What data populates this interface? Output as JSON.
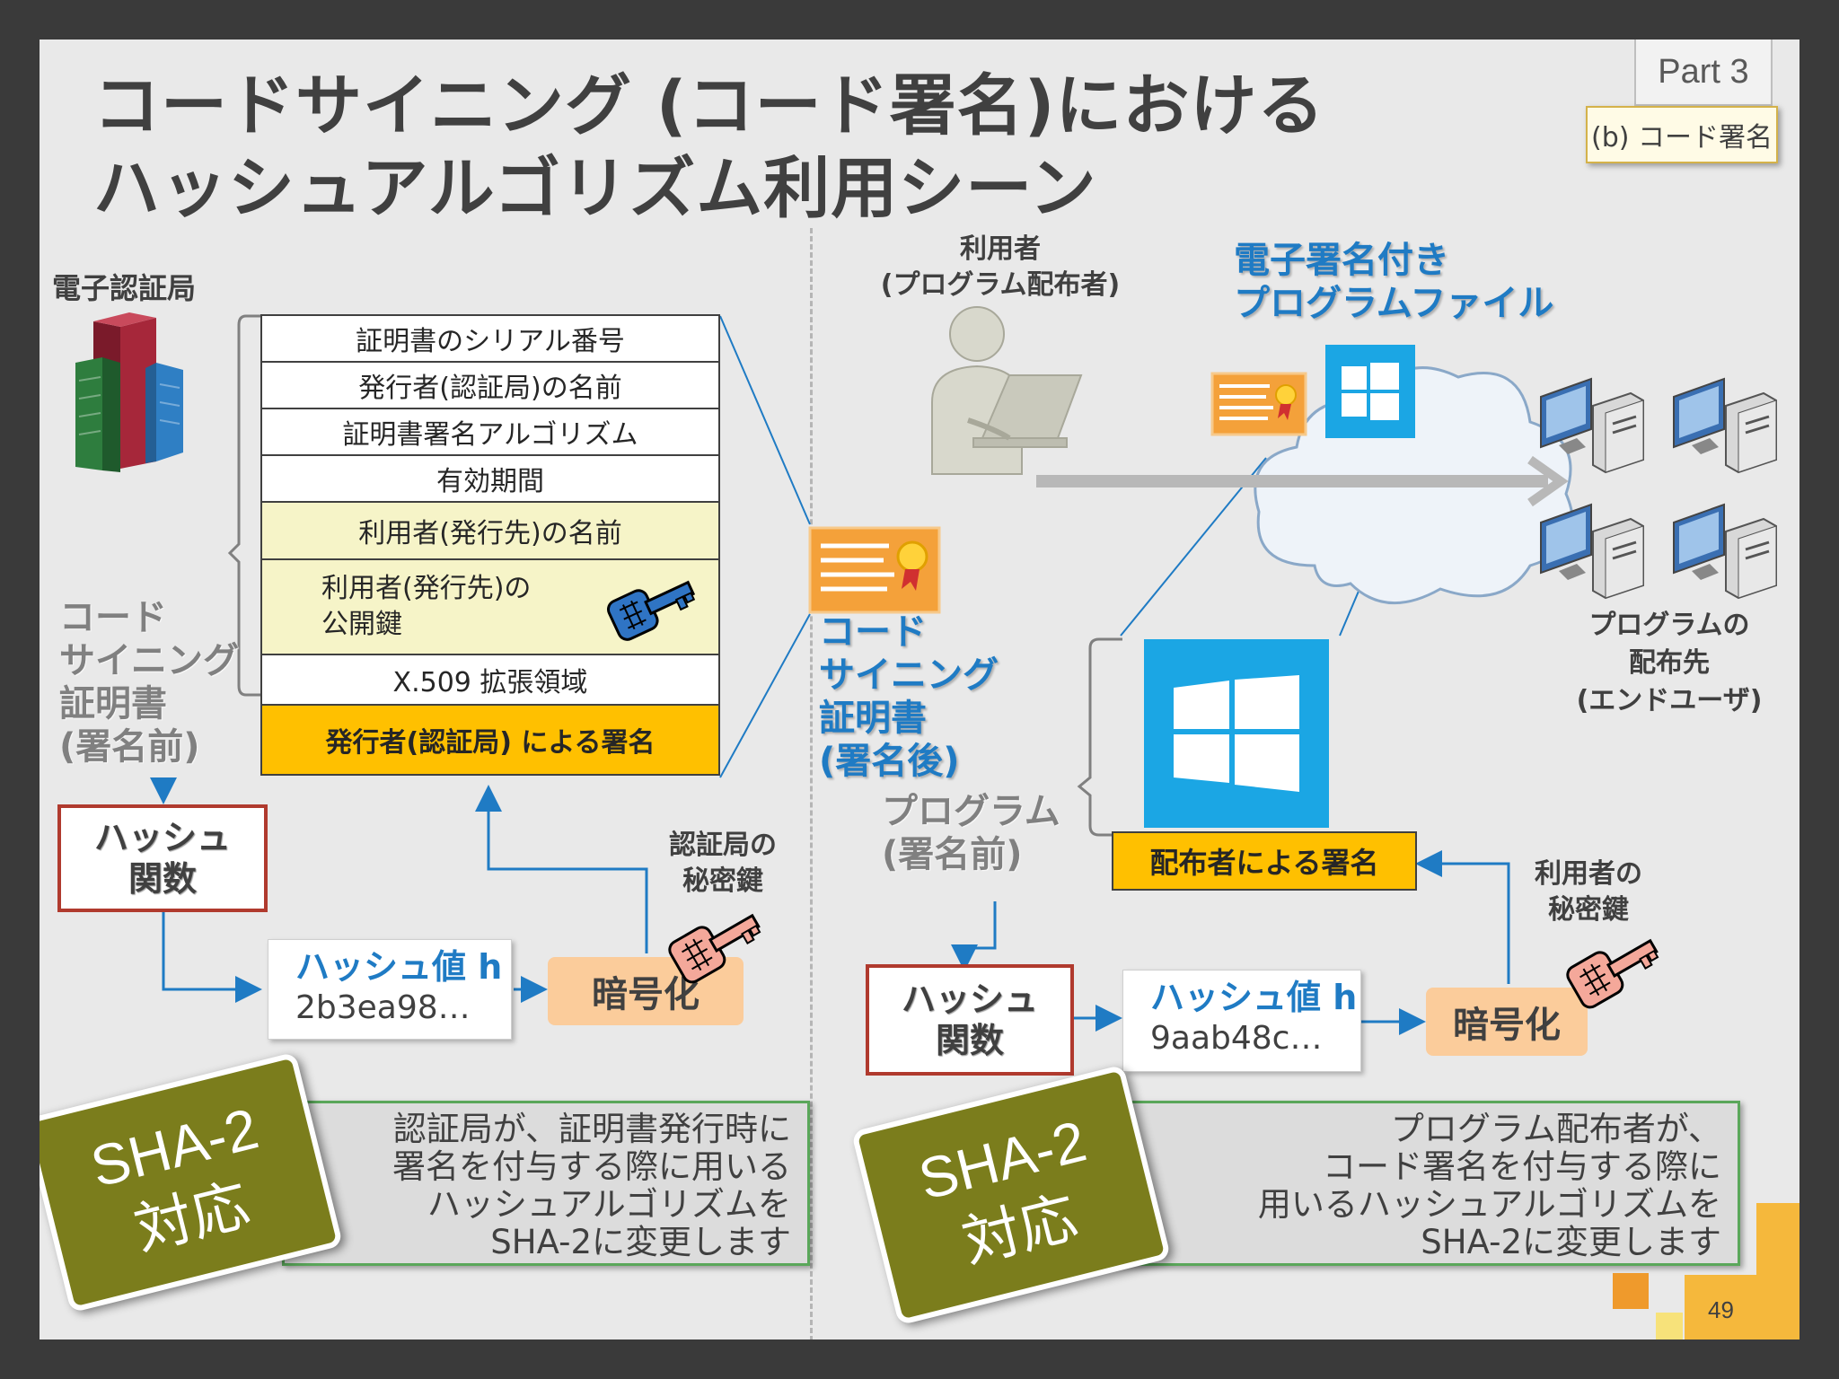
{
  "header": {
    "title": "コードサイニング (コード署名)における\nハッシュアルゴリズム利用シーン",
    "part": "Part 3",
    "section": "(b) コード署名"
  },
  "left": {
    "ca_label": "電子認証局",
    "cert_fields": [
      "証明書のシリアル番号",
      "発行者(認証局)の名前",
      "証明書署名アルゴリズム",
      "有効期間",
      "利用者(発行先)の名前",
      "利用者(発行先)の\n公開鍵",
      "X.509 拡張領域",
      "発行者(認証局) による署名"
    ],
    "cert_label": "コード\nサイニング\n証明書\n(署名前)",
    "hash_func": "ハッシュ\n関数",
    "hash_value_title": "ハッシュ値 h",
    "hash_value": "2b3ea98…",
    "encrypt": "暗号化",
    "key_label": "認証局の\n秘密鍵",
    "badge": "SHA-2\n対応",
    "note": "認証局が、証明書発行時に\n署名を付与する際に用いる\nハッシュアルゴリズムを\nSHA-2に変更します"
  },
  "middle": {
    "signed_cert_label": "コード\nサイニング\n証明書\n(署名後)"
  },
  "right": {
    "user_label": "利用者\n(プログラム配布者)",
    "signed_file_label": "電子署名付き\nプログラムファイル",
    "dest_label": "プログラムの\n配布先\n(エンドユーザ)",
    "program_label": "プログラム\n(署名前)",
    "sig_label": "配布者による署名",
    "hash_func": "ハッシュ\n関数",
    "hash_value_title": "ハッシュ値 h",
    "hash_value": "9aab48c…",
    "encrypt": "暗号化",
    "key_label": "利用者の\n秘密鍵",
    "badge": "SHA-2\n対応",
    "note": "プログラム配布者が、\nコード署名を付与する際に\n用いるハッシュアルゴリズムを\nSHA-2に変更します"
  },
  "footer": {
    "page": "49"
  },
  "colors": {
    "accent_blue": "#1f7bc4",
    "signature_gold": "#ffc000",
    "badge_olive": "#7b7d1c",
    "windows_blue": "#1ba6e4"
  },
  "icons": [
    "building-icon",
    "certificate-icon",
    "key-icon",
    "user-laptop-icon",
    "cloud-icon",
    "windows-logo-icon",
    "computer-icon"
  ]
}
